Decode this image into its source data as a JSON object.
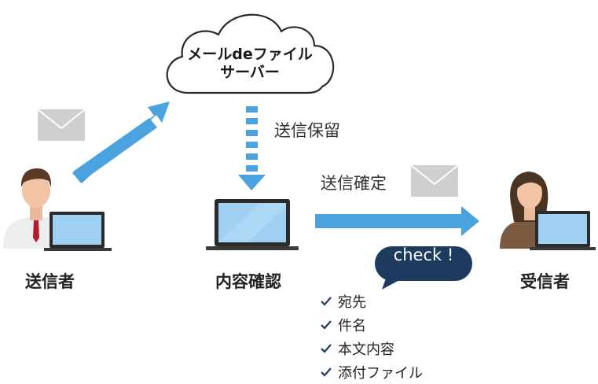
{
  "cloud": {
    "line1": "メールdeファイル",
    "line2": "サーバー"
  },
  "labels": {
    "sender": "送信者",
    "review": "内容確認",
    "receiver": "受信者",
    "hold": "送信保留",
    "confirm": "送信確定"
  },
  "bubble": {
    "text": "check !"
  },
  "checklist": [
    "宛先",
    "件名",
    "本文内容",
    "添付ファイル"
  ],
  "colors": {
    "arrow": "#4aa3df",
    "bubble": "#1f3a5f",
    "envelope": "#c8c8c8",
    "screen": "#9fd0f2"
  }
}
